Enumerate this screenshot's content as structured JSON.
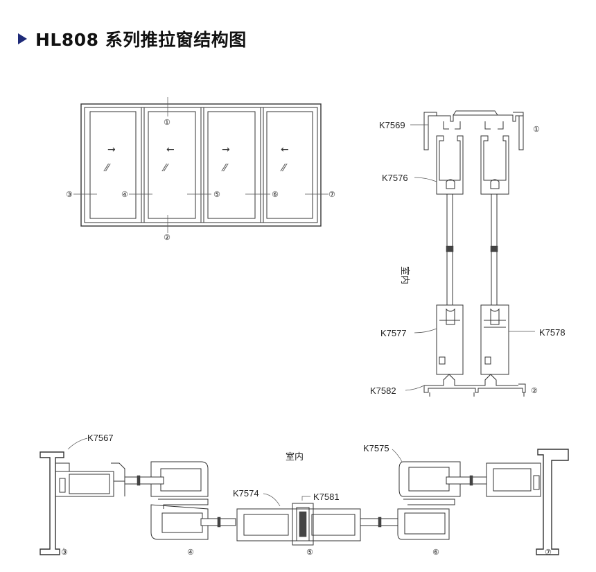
{
  "title": "HL808 系列推拉窗结构图",
  "section_markers": [
    "①",
    "②",
    "③",
    "④",
    "⑤",
    "⑥",
    "⑦"
  ],
  "elevation": {
    "arrows": [
      "→",
      "←",
      "→",
      "←"
    ],
    "glass_marks": [
      "⁄⁄",
      "⁄⁄",
      "⁄⁄",
      "⁄⁄"
    ]
  },
  "vertical_section": {
    "indoor_label": "室内",
    "parts": {
      "top_frame": "K7569",
      "top_sash": "K7576",
      "bottom_sash_left": "K7577",
      "bottom_sash_right": "K7578",
      "bottom_frame": "K7582"
    }
  },
  "horizontal_section": {
    "indoor_label": "室内",
    "parts": {
      "side_frame": "K7567",
      "meeting_stile": "K7574",
      "meeting_cover": "K7581",
      "side_sash": "K7575"
    }
  }
}
